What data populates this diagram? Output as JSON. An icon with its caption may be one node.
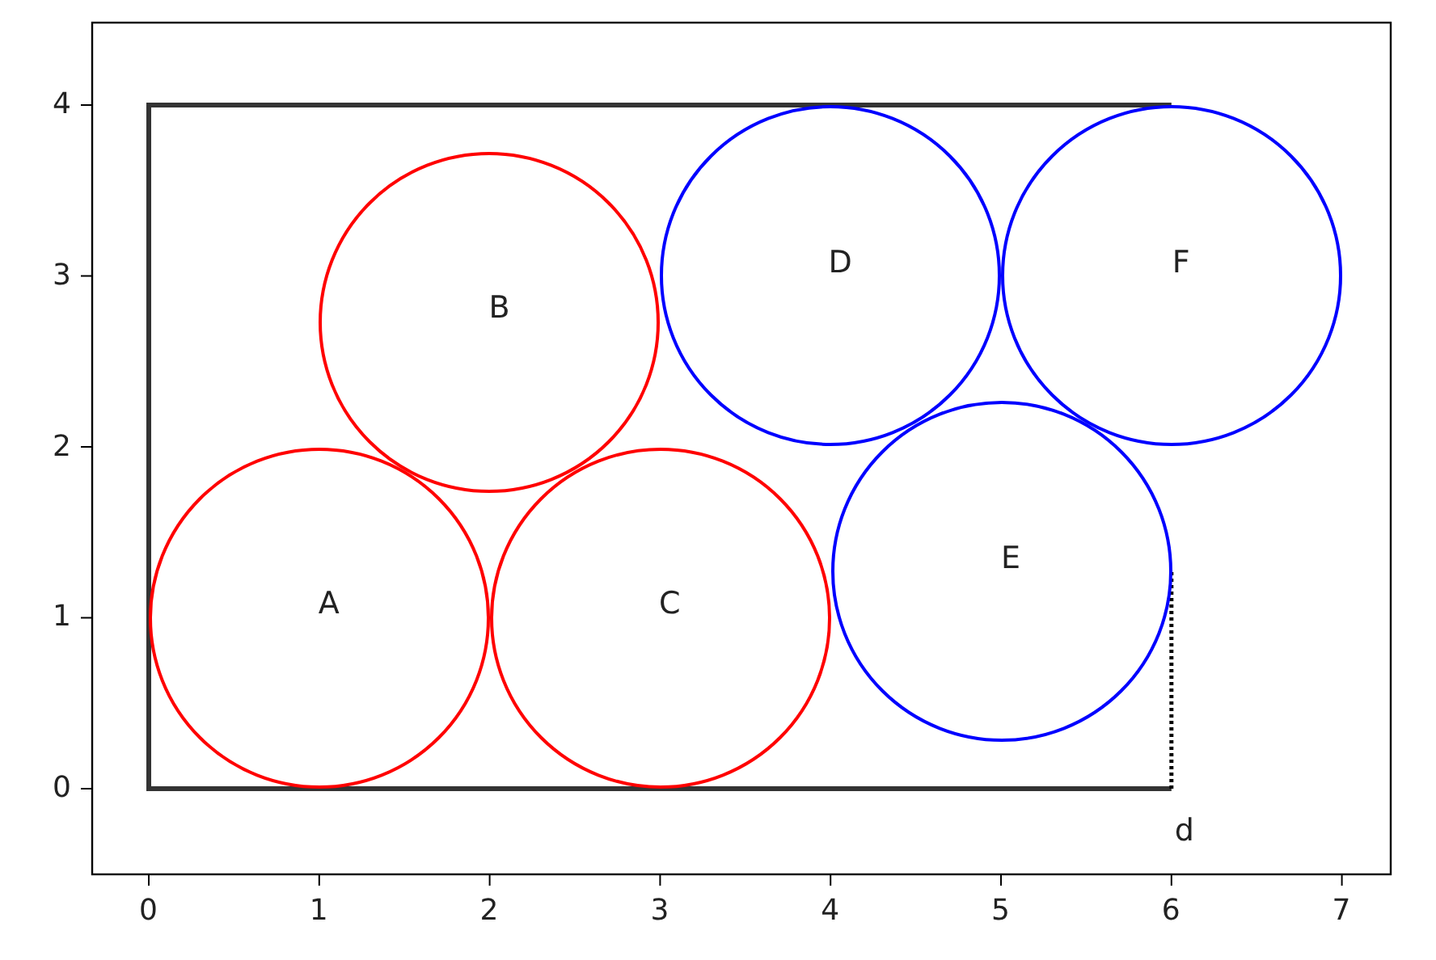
{
  "diagram": {
    "nodes": [
      {
        "text": [
          "B"
        ]
      },
      {
        "text": [
          "D"
        ]
      },
      {
        "text": [
          "F"
        ]
      },
      {
        "text": [
          "E"
        ]
      },
      {
        "text": [
          "A"
        ]
      },
      {
        "text": [
          "C"
        ]
      }
    ],
    "labels": [
      "4",
      "3",
      "2",
      "1",
      "0",
      "d",
      "0",
      "1",
      "2",
      "3",
      "4",
      "5",
      "6",
      "7"
    ]
  }
}
